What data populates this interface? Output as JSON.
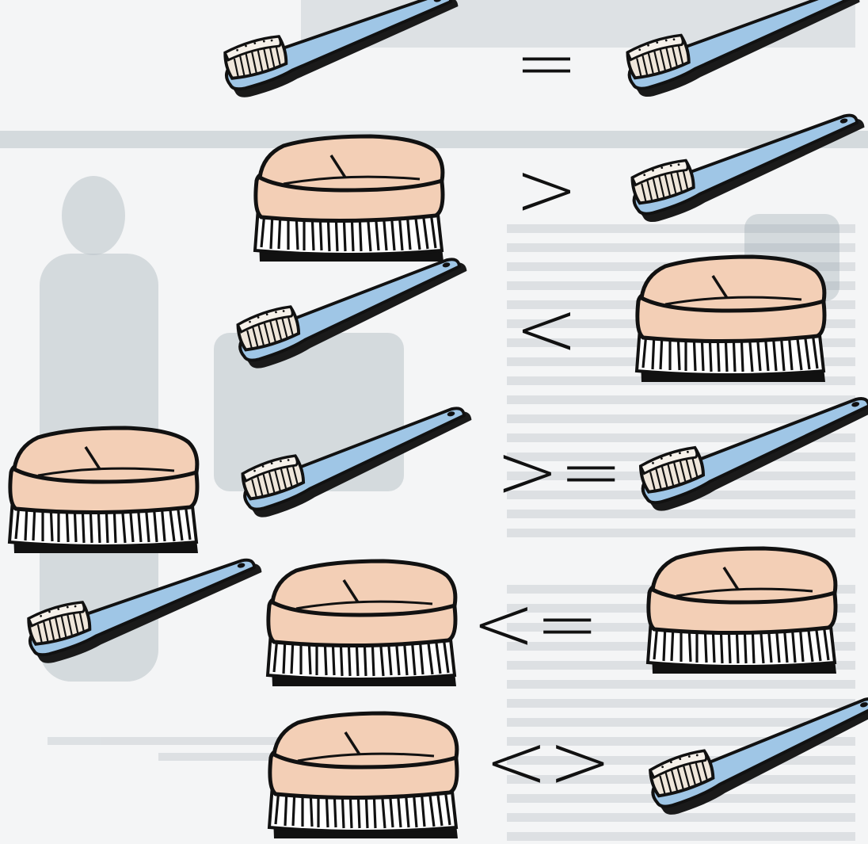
{
  "colors": {
    "toothbrush_handle": "#9fc6e6",
    "toothbrush_shadow": "#1a1a1a",
    "brush_block": "#f3cfb6",
    "bristles": "#111111",
    "background": "#f4f5f6"
  },
  "rows": [
    {
      "left": "toothbrush",
      "operator": "=",
      "right": "toothbrush"
    },
    {
      "left": "scrub-brush",
      "operator": ">",
      "right": "toothbrush"
    },
    {
      "left": "toothbrush",
      "operator": "<",
      "right": "scrub-brush"
    },
    {
      "left": "scrub-brush",
      "operator": ">=",
      "right": "toothbrush",
      "extra_left": "toothbrush"
    },
    {
      "left": "toothbrush",
      "operator": "<=",
      "right": "scrub-brush",
      "extra_left": "scrub-brush"
    },
    {
      "left": "scrub-brush",
      "operator": "<>",
      "right": "toothbrush"
    }
  ],
  "operators": [
    "=",
    ">",
    "<",
    ">=",
    "<=",
    "<>"
  ]
}
